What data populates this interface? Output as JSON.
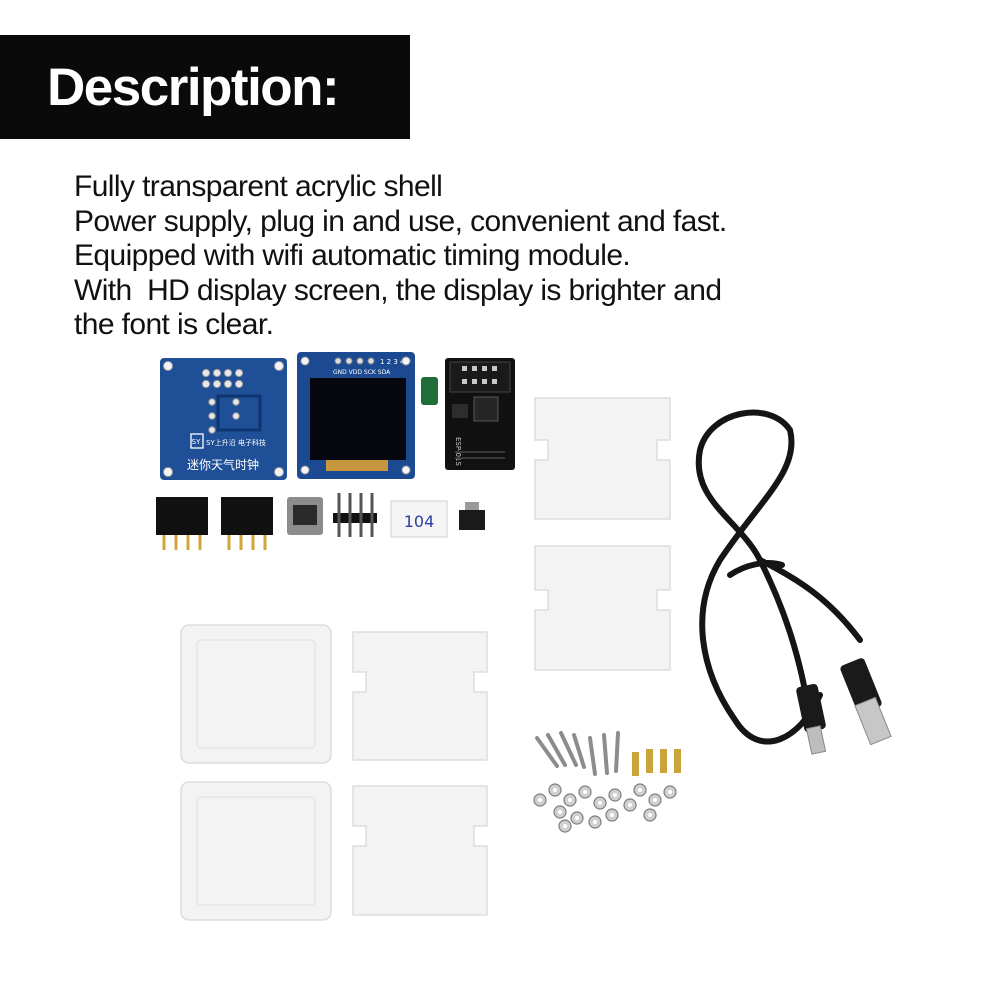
{
  "title": "Description:",
  "description_lines": [
    "Fully transparent acrylic shell",
    "Power supply, plug in and use, convenient and fast.",
    "Equipped with wifi automatic timing module.",
    "With  HD display screen, the display is brighter and",
    "the font is clear."
  ],
  "product": {
    "pcb_brand_text": "SY上升沿\n电子科技",
    "pcb_label": "迷你天气时钟",
    "oled_pin_numbers": "1 2 3 4",
    "oled_pin_labels": "GND VDD SCK SDA",
    "wifi_module_label": "ESP-01S",
    "component_marking": "104"
  },
  "colors": {
    "title_bar": "#0a0a0a",
    "title_text": "#ffffff",
    "pcb_blue": "#1f4f96",
    "acrylic": "#f3f3f3",
    "cable": "#151515"
  },
  "icons": {
    "pcb_logo": "sy-logo-icon"
  }
}
